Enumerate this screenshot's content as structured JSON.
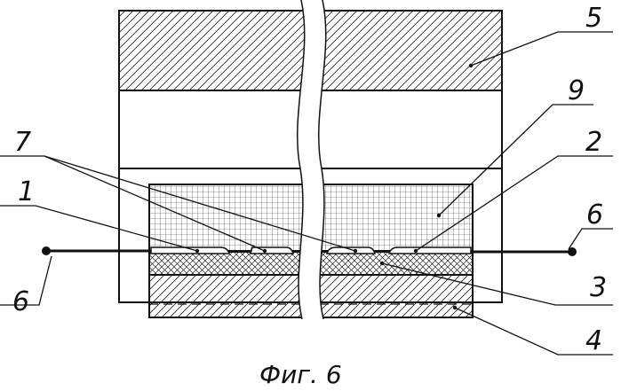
{
  "figure": {
    "caption": "Фиг. 6"
  },
  "labels": [
    {
      "id": "label-5",
      "text": "5"
    },
    {
      "id": "label-9",
      "text": "9"
    },
    {
      "id": "label-7",
      "text": "7"
    },
    {
      "id": "label-2",
      "text": "2"
    },
    {
      "id": "label-1",
      "text": "1"
    },
    {
      "id": "label-6-right",
      "text": "6"
    },
    {
      "id": "label-6-left",
      "text": "6"
    },
    {
      "id": "label-3",
      "text": "3"
    },
    {
      "id": "label-4",
      "text": "4"
    }
  ]
}
